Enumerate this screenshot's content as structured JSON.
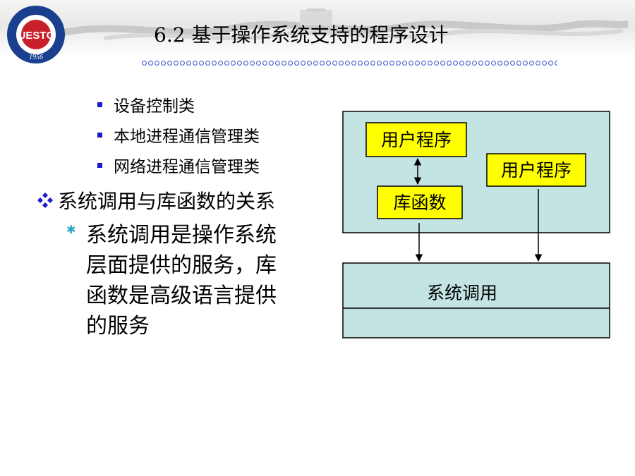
{
  "slide": {
    "title": "6.2 基于操作系统支持的程序设计",
    "logo": {
      "text": "UESTC",
      "year": "1956",
      "colors": {
        "ring": "#1a3f8f",
        "center": "#c8202a"
      }
    },
    "sub_items": [
      "设备控制类",
      "本地进程通信管理类",
      "网络进程通信管理类"
    ],
    "main_item": {
      "bullet_icon": "diamond-cluster-icon",
      "text": "系统调用与库函数的关系"
    },
    "body": {
      "bullet_icon": "asterisk-icon",
      "lines": [
        "系统调用是操作系统",
        "层面提供的服务，库",
        "函数是高级语言提供",
        "的服务"
      ]
    }
  },
  "diagram": {
    "upper_box": {
      "fill": "#c4e4e4"
    },
    "user_program_left": "用户程序",
    "user_program_right": "用户程序",
    "library": "库函数",
    "system_call": "系统调用",
    "inner_box_fill": "#ffff00",
    "lower_box_fill": "#c4e4e4"
  }
}
